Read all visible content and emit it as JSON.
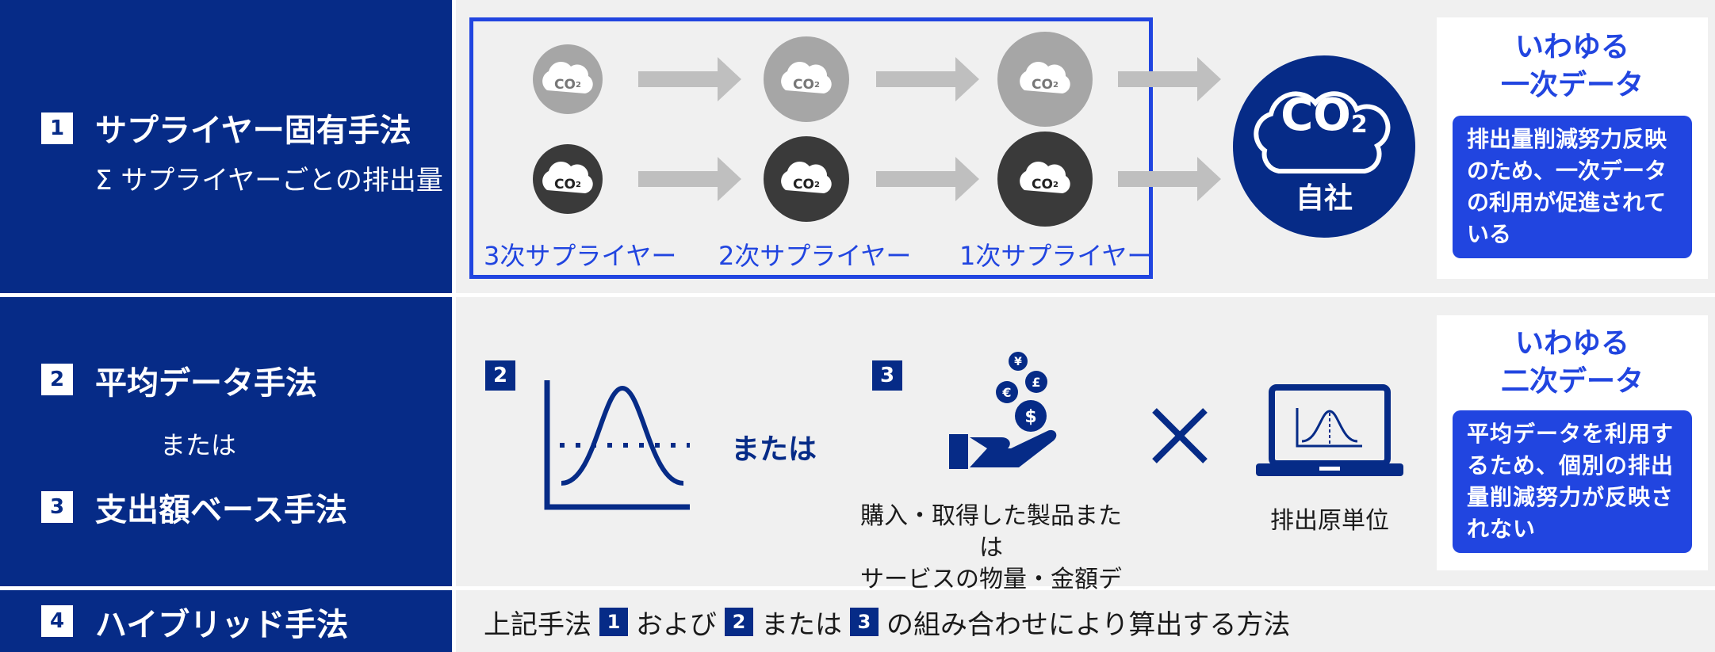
{
  "rows": [
    {
      "number": "1",
      "title": "サプライヤー固有手法",
      "subtitle": "Σ サプライヤーごとの排出量"
    },
    {
      "number": "2",
      "title": "平均データ手法",
      "connector": "または",
      "number_b": "3",
      "title_b": "支出額ベース手法"
    },
    {
      "number": "4",
      "title": "ハイブリッド手法"
    }
  ],
  "row1": {
    "supplier_labels": [
      "3次サプライヤー",
      "2次サプライヤー",
      "1次サプライヤー"
    ],
    "co2_small": "CO",
    "co2_sub": "2",
    "company_co2": "CO",
    "company_co2_sub": "2",
    "company_label": "自社",
    "data_type_line1": "いわゆる",
    "data_type_line2": "一次データ",
    "note": "排出量削減努力反映のため、一次データの利用が促進されている"
  },
  "row2": {
    "badge_2": "2",
    "badge_3": "3",
    "or_text": "または",
    "spend_caption_line1": "購入・取得した製品または",
    "spend_caption_line2": "サービスの物量・金額データ",
    "factor_caption": "排出原単位",
    "data_type_line1": "いわゆる",
    "data_type_line2": "二次データ",
    "note": "平均データを利用するため、個別の排出量削減努力が反映されない"
  },
  "row3": {
    "text_a": "上記手法",
    "badge_1": "1",
    "text_b": "および",
    "badge_2": "2",
    "text_c": "または",
    "badge_3": "3",
    "text_d": "の組み合わせにより算出する方法"
  },
  "colors": {
    "navy": "#062b87",
    "blue": "#2145e0",
    "light_gray": "#a6a6a6",
    "dark_gray": "#3a3a3a",
    "panel": "#f0f0f0"
  }
}
